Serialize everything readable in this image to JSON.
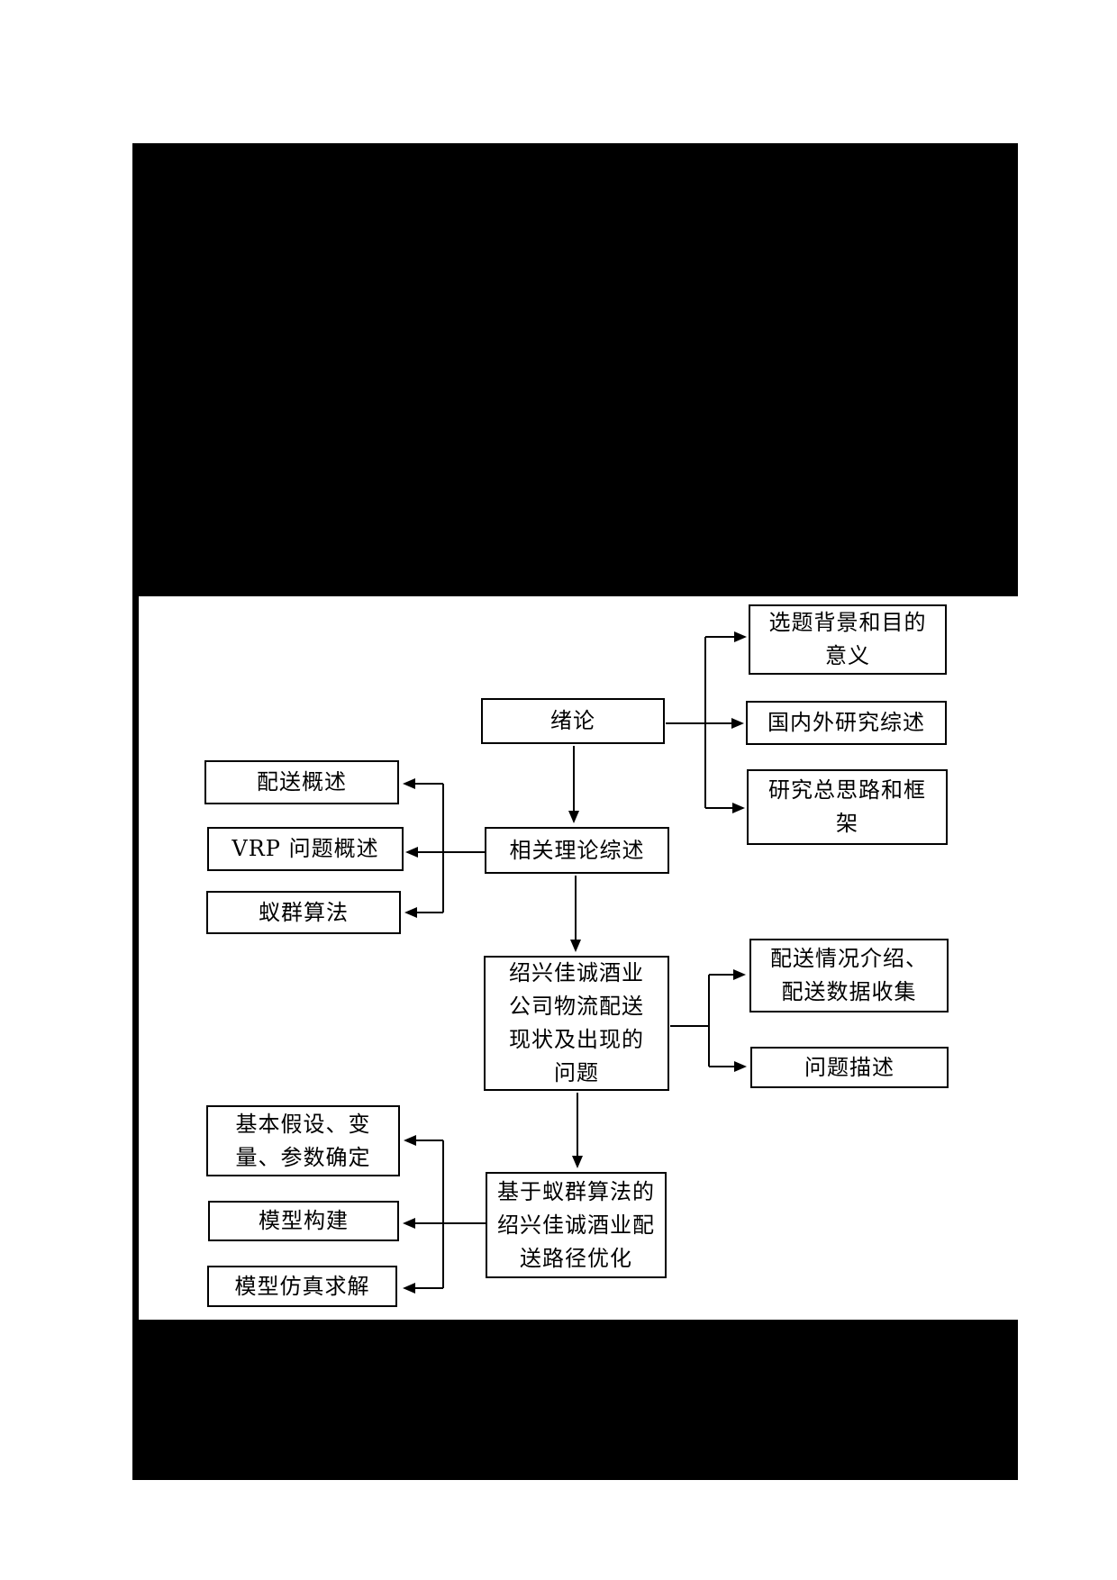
{
  "colors": {
    "line": "#000000",
    "text": "#000000",
    "background": "#ffffff",
    "redaction": "#000000"
  },
  "flowchart": {
    "nodes": {
      "intro": "绪论",
      "theory": "相关理论综述",
      "status": "绍兴佳诚酒业\n公司物流配送\n现状及出现的\n问题",
      "optimization": "基于蚁群算法的\n绍兴佳诚酒业配\n送路径优化",
      "bg": "选题背景和目的\n意义",
      "review": "国内外研究综述",
      "framework": "研究总思路和框\n架",
      "dist_intro": "配送情况介绍、\n配送数据收集",
      "problem_desc": "问题描述",
      "dist_overview": "配送概述",
      "vrp": "VRP 问题概述",
      "aco": "蚁群算法",
      "assumptions": "基本假设、变\n量、参数确定",
      "model_build": "模型构建",
      "model_solve": "模型仿真求解"
    }
  }
}
